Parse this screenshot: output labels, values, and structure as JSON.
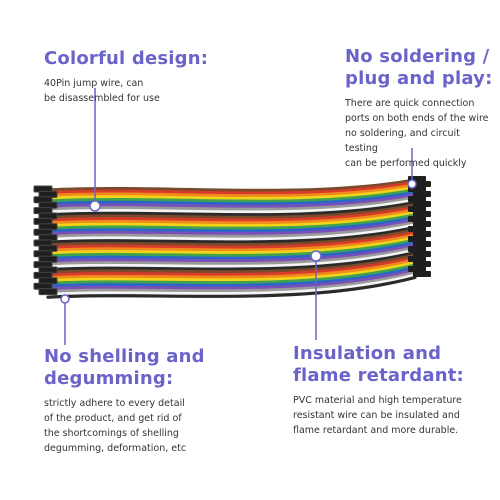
{
  "colors": {
    "accent": "#6a63c9",
    "text": "#333333",
    "wires": [
      "#7a4a2a",
      "#d93b2b",
      "#f08a1c",
      "#f3d21a",
      "#3fa34d",
      "#2d64c8",
      "#7b4fb8",
      "#9a9a9a",
      "#f4f4f4",
      "#2a2a2a"
    ]
  },
  "features": {
    "colorful": {
      "title": "Colorful design:",
      "lines": [
        "40Pin jump wire, can",
        "be disassembled for use"
      ]
    },
    "no_soldering": {
      "title_lines": [
        "No soldering /",
        "plug and play:"
      ],
      "lines": [
        "There are quick connection",
        "ports on both ends of the wire",
        "no soldering, and circuit testing",
        "can be performed quickly"
      ]
    },
    "no_shelling": {
      "title_lines": [
        "No shelling and",
        "degumming:"
      ],
      "lines": [
        "strictly adhere to every detail",
        "of the product, and get rid of",
        "the shortcomings of shelling",
        "degumming, deformation, etc"
      ]
    },
    "insulation": {
      "title_lines": [
        "Insulation and",
        "flame retardant:"
      ],
      "lines": [
        "PVC material and high temperature",
        "resistant wire can be insulated and",
        "flame retardant and more durable."
      ]
    }
  }
}
